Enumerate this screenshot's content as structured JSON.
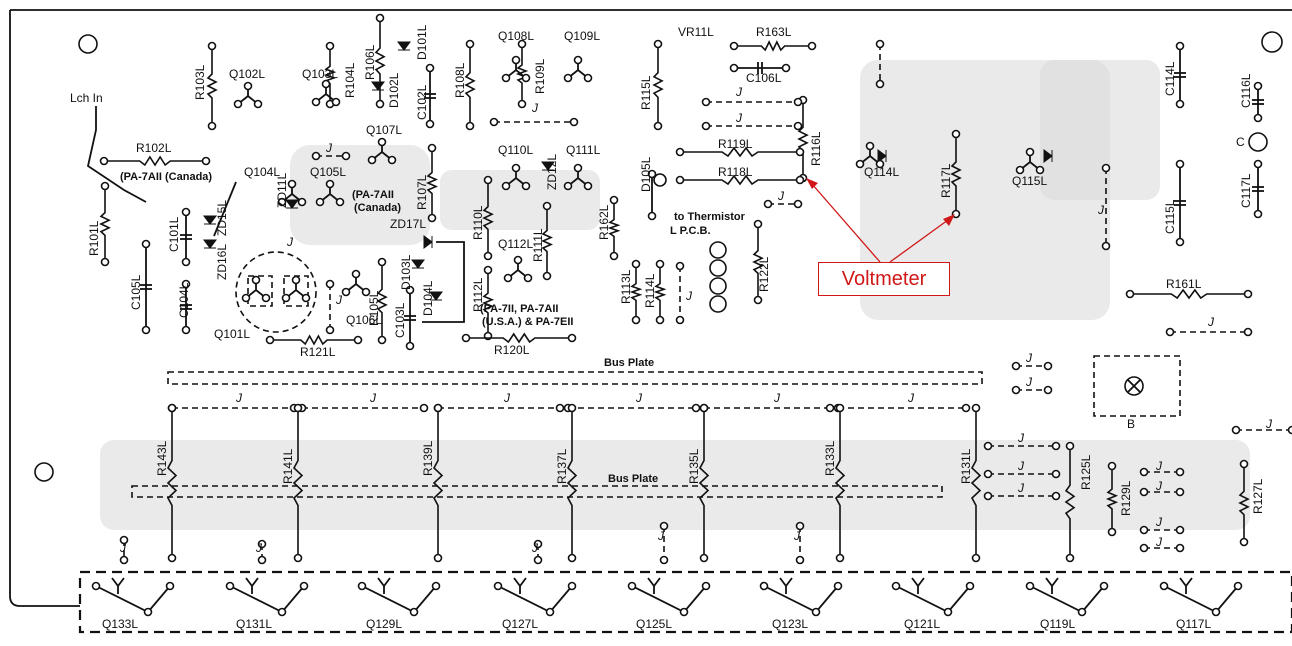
{
  "input_label": "Lch In",
  "annotation": {
    "text": "Voltmeter",
    "color": "#d01818"
  },
  "notes": {
    "pa7a2_canada_1": "(PA-7AII (Canada)",
    "pa7a2_canada_2a": "(PA-7AII",
    "pa7a2_canada_2b": "(Canada)",
    "pa7_usa_a": "(PA-7II, PA-7AII",
    "pa7_usa_b": "(U.S.A.) & PA-7EII",
    "thermistor_a": "to Thermistor",
    "thermistor_b": "L  P.C.B.",
    "bus_plate_1": "Bus Plate",
    "bus_plate_2": "Bus Plate",
    "terminal_b": "B"
  },
  "jumper_text": "J",
  "vertical_labels": {
    "R103L": "R103L",
    "R104L": "R104L",
    "R106L": "R106L",
    "D101L": "D101L",
    "D102L": "D102L",
    "C102L": "C102L",
    "R108L": "R108L",
    "R109L": "R109L",
    "R115L": "R115L",
    "R116L": "R116L",
    "R117L": "R117L",
    "C114L": "C114L",
    "C116L": "C116L",
    "C115L": "C115L",
    "C117L": "C117L",
    "R101L": "R101L",
    "C101L": "C101L",
    "ZD15L": "ZD15L",
    "ZD16L": "ZD16L",
    "C105L": "C105L",
    "C104L": "C104L",
    "ZD11L": "ZD11L",
    "R107L": "R107L",
    "R110L": "R110L",
    "ZD12L": "ZD12L",
    "R111L": "R111L",
    "R162L": "R162L",
    "D105L": "D105L",
    "R113L": "R113L",
    "R114L": "R114L",
    "R122L": "R122L",
    "R105L": "R105L",
    "D103L": "D103L",
    "D104L": "D104L",
    "R112L": "R112L",
    "C103L": "C103L",
    "R143L": "R143L",
    "R141L": "R141L",
    "R139L": "R139L",
    "R137L": "R137L",
    "R135L": "R135L",
    "R133L": "R133L",
    "R131L": "R131L",
    "R125L": "R125L",
    "R129L": "R129L",
    "R127L": "R127L"
  },
  "horizontal_labels": {
    "Q102L": "Q102L",
    "Q103L": "Q103L",
    "Q108L": "Q108L",
    "Q109L": "Q109L",
    "VR11L": "VR11L",
    "R163L": "R163L",
    "C106L": "C106L",
    "Q107L": "Q107L",
    "R102L": "R102L",
    "Q104L": "Q104L",
    "Q105L": "Q105L",
    "Q110L": "Q110L",
    "Q111L": "Q111L",
    "R119L": "R119L",
    "R118L": "R118L",
    "Q114L": "Q114L",
    "Q115L": "Q115L",
    "ZD17L": "ZD17L",
    "Q112L": "Q112L",
    "R161L": "R161L",
    "Q106L": "Q106L",
    "Q101L": "Q101L",
    "R121L": "R121L",
    "R120L": "R120L",
    "C": "C"
  },
  "transistor_row": [
    "Q133L",
    "Q131L",
    "Q129L",
    "Q127L",
    "Q125L",
    "Q123L",
    "Q121L",
    "Q119L",
    "Q117L"
  ]
}
